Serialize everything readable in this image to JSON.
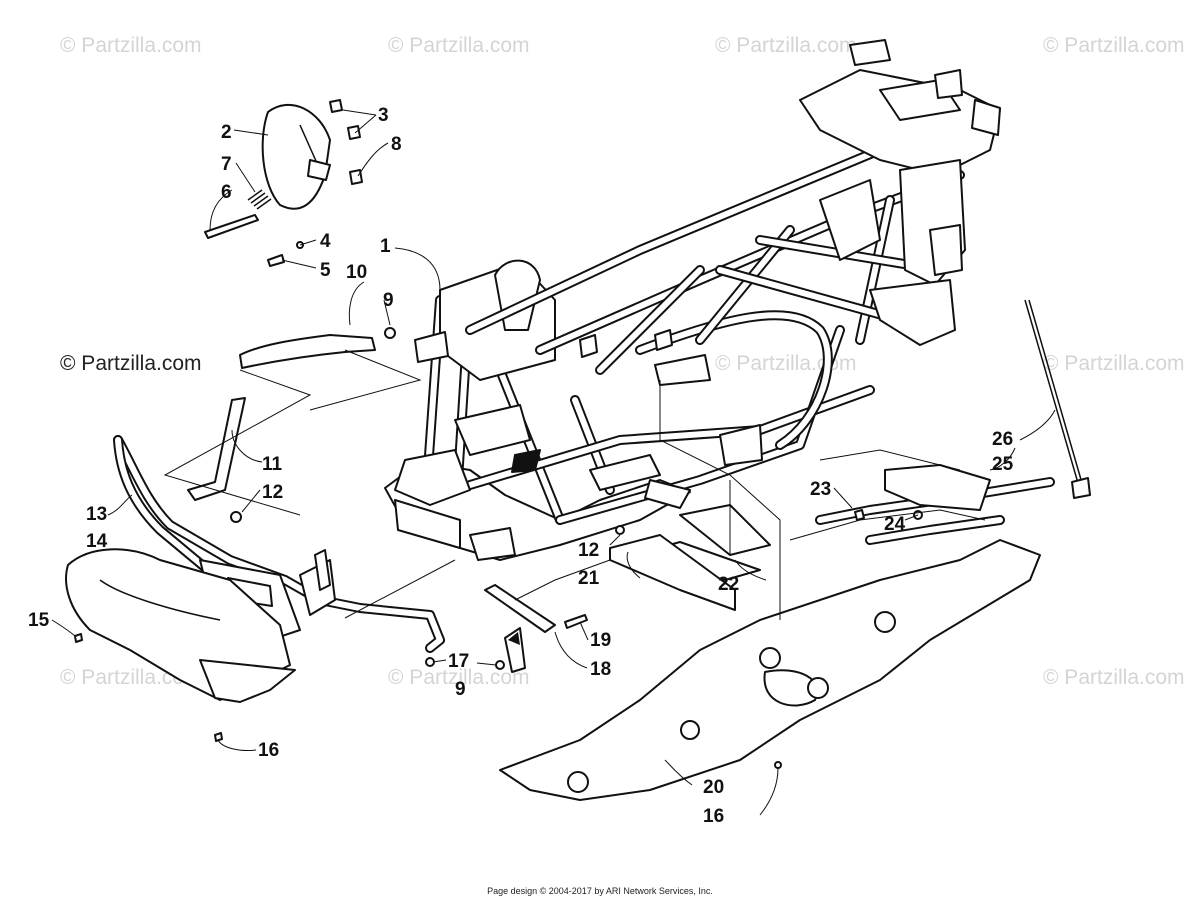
{
  "watermark": {
    "text": "© Partzilla.com"
  },
  "footer": {
    "text": "Page design © 2004-2017 by ARI Network Services, Inc."
  },
  "callouts": [
    "1",
    "2",
    "3",
    "4",
    "5",
    "6",
    "7",
    "8",
    "9",
    "10",
    "11",
    "12",
    "13",
    "14",
    "15",
    "16",
    "17",
    "18",
    "19",
    "20",
    "21",
    "22",
    "23",
    "24",
    "25",
    "26"
  ]
}
